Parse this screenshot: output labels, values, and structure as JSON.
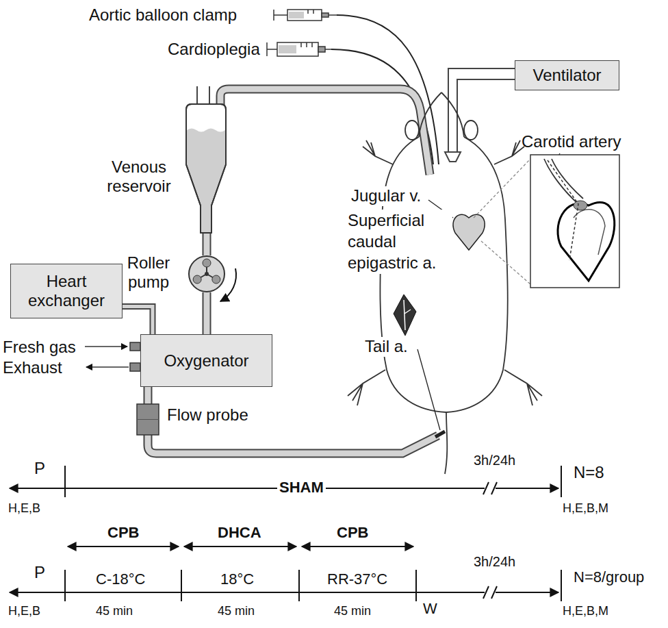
{
  "diagram": {
    "nodes": [
      {
        "text": [
          "Ventilator"
        ]
      },
      {
        "text": [
          "Venous reservoir"
        ]
      },
      {
        "text": [
          "Roller pump"
        ]
      },
      {
        "text": [
          "Heart exchanger"
        ]
      },
      {
        "text": [
          "Oxygenator"
        ]
      },
      {
        "text": [
          "Flow probe"
        ]
      }
    ],
    "edges": [
      {
        "from": 3,
        "to": 4,
        "arrow": "none"
      },
      {
        "from": 1,
        "to": 2,
        "arrow": "none"
      },
      {
        "from": 2,
        "to": 4,
        "arrow": "none"
      },
      {
        "from": 4,
        "to": 5,
        "arrow": "none"
      }
    ],
    "labels": [
      "Aortic balloon clamp",
      "Cardioplegia",
      "Carotid artery",
      "Jugular v.",
      "Superficial caudal epigastric a.",
      "Tail a.",
      "Fresh gas",
      "Exhaust",
      "P",
      "SHAM",
      "3h/24h",
      "N=8",
      "H,E,B",
      "H,E,B,M",
      "CPB",
      "DHCA",
      "CPB",
      "P",
      "C-18°C",
      "18°C",
      "RR-37°C",
      "3h/24h",
      "N=8/group",
      "H,E,B",
      "45 min",
      "45 min",
      "45 min",
      "W",
      "H,E,B,M"
    ]
  }
}
